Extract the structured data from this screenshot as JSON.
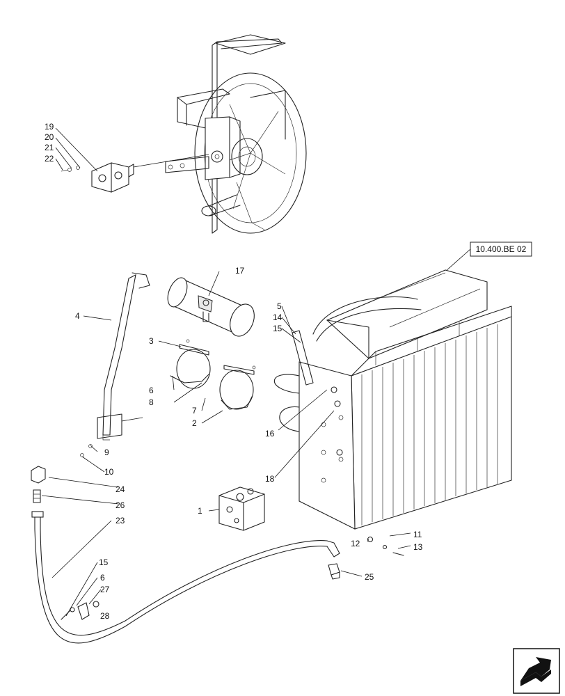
{
  "reference_tag": "10.400.BE 02",
  "callouts": {
    "c1": "1",
    "c2": "2",
    "c3": "3",
    "c4": "4",
    "c5": "5",
    "c6a": "6",
    "c6b": "6",
    "c7": "7",
    "c8": "8",
    "c9": "9",
    "c10": "10",
    "c11": "11",
    "c12": "12",
    "c13": "13",
    "c14": "14",
    "c15a": "15",
    "c15b": "15",
    "c16": "16",
    "c17": "17",
    "c18": "18",
    "c19": "19",
    "c20": "20",
    "c21": "21",
    "c22": "22",
    "c23": "23",
    "c24": "24",
    "c25": "25",
    "c26": "26",
    "c27": "27",
    "c28": "28"
  },
  "icons": {
    "nav": "next-page-arrow-icon"
  }
}
